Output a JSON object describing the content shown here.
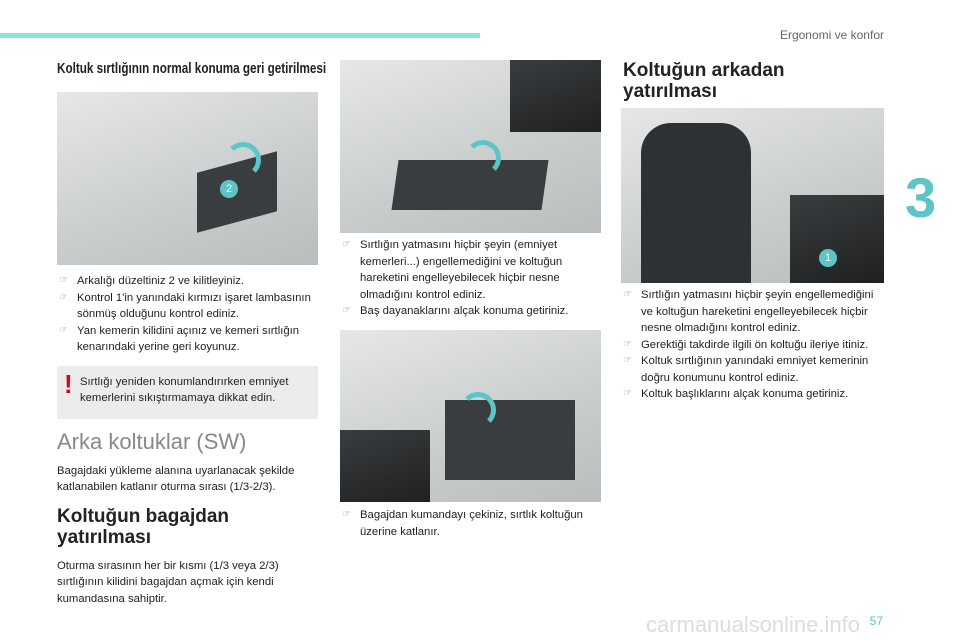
{
  "header": {
    "section": "Ergonomi ve konfor",
    "chapter": "3"
  },
  "left": {
    "title": "Koltuk sırtlığının normal konuma geri getirilmesi",
    "image_callout": "2",
    "bullets": [
      "Arkalığı düzeltiniz 2 ve kilitleyiniz.",
      "Kontrol 1'in yanındaki kırmızı işaret lambasının sönmüş olduğunu kontrol ediniz.",
      "Yan kemerin kilidini açınız ve kemeri sırtlığın kenarındaki yerine geri koyunuz."
    ],
    "warning": "Sırtlığı yeniden konumlandırırken emniyet kemerlerini sıkıştırmamaya dikkat edin.",
    "warning_icon": "!",
    "heading_sw": "Arka koltuklar (SW)",
    "sw_text": "Bagajdaki yükleme alanına uyarlanacak şekilde katlanabilen katlanır oturma sırası (1/3-2/3).",
    "heading_trunk": "Koltuğun bagajdan yatırılması",
    "trunk_text": "Oturma sırasının her bir kısmı (1/3 veya 2/3) sırtlığının kilidini bagajdan açmak için kendi kumandasına sahiptir."
  },
  "middle": {
    "bullets_top": [
      "Sırtlığın yatmasını hiçbir şeyin (emniyet kemerleri...) engellemediğini ve koltuğun hareketini engelleyebilecek hiçbir nesne olmadığını kontrol ediniz.",
      "Baş dayanaklarını alçak konuma getiriniz."
    ],
    "bullets_bottom": [
      "Bagajdan kumandayı çekiniz, sırtlık koltuğun üzerine katlanır."
    ]
  },
  "right": {
    "heading": "Koltuğun arkadan yatırılması",
    "image_callout": "1",
    "bullets": [
      "Sırtlığın yatmasını hiçbir şeyin engellemediğini ve koltuğun hareketini engelleyebilecek hiçbir nesne olmadığını kontrol ediniz.",
      "Gerektiği takdirde ilgili ön koltuğu ileriye itiniz.",
      "Koltuk sırtlığının yanındaki emniyet kemerinin doğru konumunu kontrol ediniz.",
      "Koltuk başlıklarını alçak konuma getiriniz."
    ]
  },
  "footer": {
    "page": "57",
    "watermark": "carmanualsonline.info"
  }
}
